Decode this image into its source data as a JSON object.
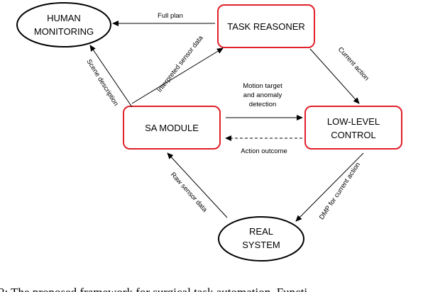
{
  "nodes": {
    "human_monitoring": {
      "line1": "HUMAN",
      "line2": "MONITORING"
    },
    "task_reasoner": {
      "label": "TASK REASONER"
    },
    "sa_module": {
      "label": "SA MODULE"
    },
    "low_level_control": {
      "line1": "LOW-LEVEL",
      "line2": "CONTROL"
    },
    "real_system": {
      "line1": "REAL",
      "line2": "SYSTEM"
    }
  },
  "edges": {
    "full_plan": "Full plan",
    "interpreted_sensor_data": "Interpreted sensor data",
    "scene_description": "Scene description",
    "current_action": "Current action",
    "motion_target_line1": "Motion target",
    "motion_target_line2": "and anomaly",
    "motion_target_line3": "detection",
    "action_outcome": "Action outcome",
    "raw_sensor_data": "Raw sensor data",
    "dmp_for_current_action": "DMP for current action"
  },
  "caption": "2: The proposed framework for surgical task automation. Functi",
  "colors": {
    "box_border": "#e0202a",
    "ellipse_border": "#000000",
    "arrow": "#000000"
  }
}
